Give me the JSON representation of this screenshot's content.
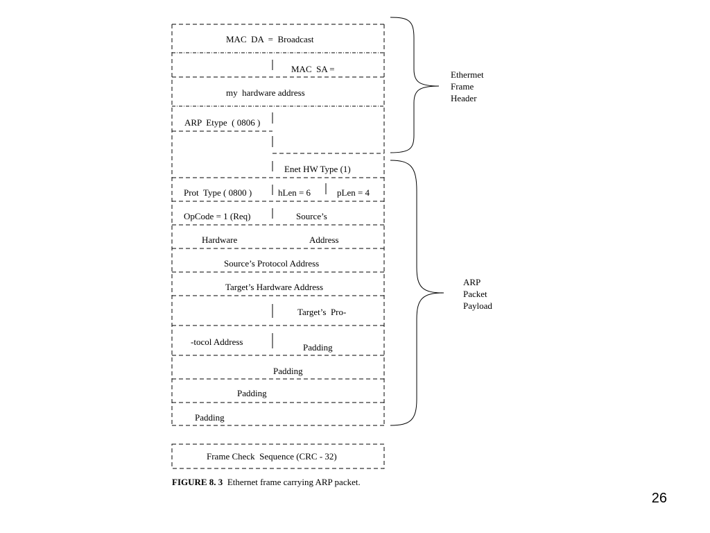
{
  "frame": {
    "rows": {
      "mac_da": "MAC  DA  =  Broadcast",
      "mac_sa": "MAC  SA =",
      "my_hw": "my  hardware address",
      "arp_etype": "ARP  Etype  ( 0806 )",
      "enet_hw_type": "Enet HW Type (1)",
      "prot_type": "Prot  Type ( 0800 )",
      "hlen": "hLen = 6",
      "plen": "pLen = 4",
      "opcode": "OpCode = 1 (Req)",
      "sources": "Source’s",
      "hardware": "Hardware",
      "address": "Address",
      "src_proto": "Source’s Protocol Address",
      "tgt_hw": "Target’s Hardware Address",
      "tgt_pro": "Target’s  Pro-",
      "tocol": "-tocol Address",
      "padding1": "Padding",
      "padding2": "Padding",
      "padding3": "Padding",
      "padding4": "Padding"
    },
    "fcs": "Frame Check  Sequence (CRC - 32)"
  },
  "braces": {
    "ethernet": [
      "Ethermet",
      "Frame",
      "Header"
    ],
    "arp": [
      "ARP",
      "Packet",
      "Payload"
    ]
  },
  "caption": {
    "label": "FIGURE 8. 3",
    "text": "Ethernet frame carrying ARP packet."
  },
  "slide_number": "26"
}
